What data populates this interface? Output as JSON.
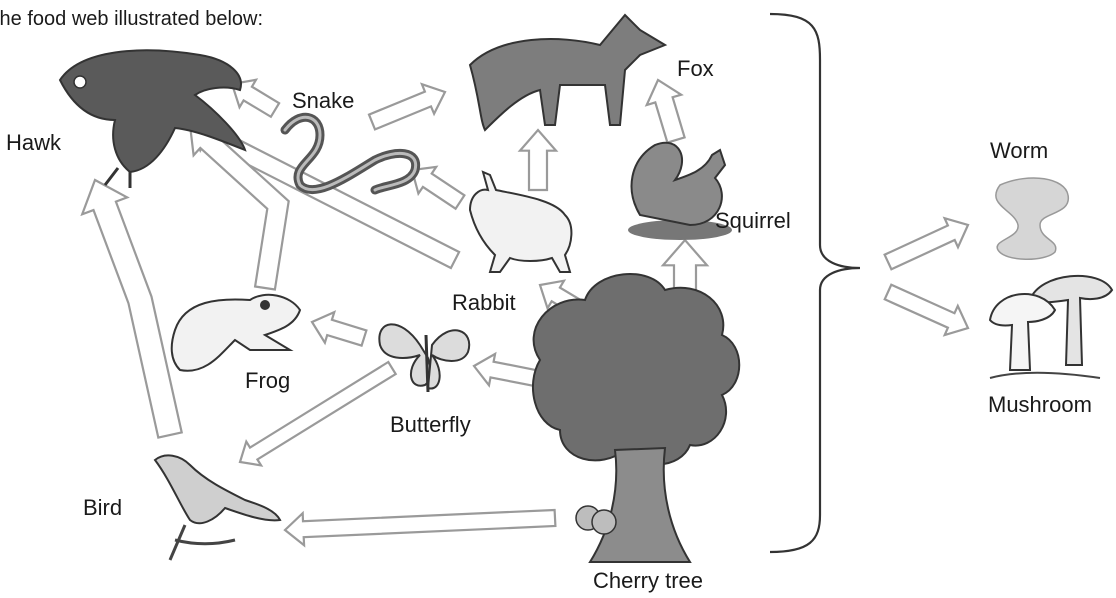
{
  "intro_text": "the food web illustrated below:",
  "organisms": {
    "hawk": "Hawk",
    "snake": "Snake",
    "fox": "Fox",
    "rabbit": "Rabbit",
    "squirrel": "Squirrel",
    "frog": "Frog",
    "butterfly": "Butterfly",
    "bird": "Bird",
    "cherry_tree": "Cherry tree",
    "worm": "Worm",
    "mushroom": "Mushroom"
  },
  "links": [
    {
      "from": "Snake",
      "to": "Hawk"
    },
    {
      "from": "Snake",
      "to": "Fox"
    },
    {
      "from": "Rabbit",
      "to": "Snake"
    },
    {
      "from": "Rabbit",
      "to": "Hawk"
    },
    {
      "from": "Rabbit",
      "to": "Fox"
    },
    {
      "from": "Squirrel",
      "to": "Fox"
    },
    {
      "from": "Frog",
      "to": "Hawk"
    },
    {
      "from": "Bird",
      "to": "Hawk"
    },
    {
      "from": "Butterfly",
      "to": "Frog"
    },
    {
      "from": "Butterfly",
      "to": "Bird"
    },
    {
      "from": "Cherry tree",
      "to": "Butterfly"
    },
    {
      "from": "Cherry tree",
      "to": "Rabbit"
    },
    {
      "from": "Cherry tree",
      "to": "Squirrel"
    },
    {
      "from": "Cherry tree",
      "to": "Bird"
    },
    {
      "from": "All organisms",
      "to": "Worm"
    },
    {
      "from": "All organisms",
      "to": "Mushroom"
    }
  ],
  "colors": {
    "arrow_stroke": "#9a9a9a",
    "organism_fill": "#7d7d7d",
    "text": "#1a1a1a"
  }
}
